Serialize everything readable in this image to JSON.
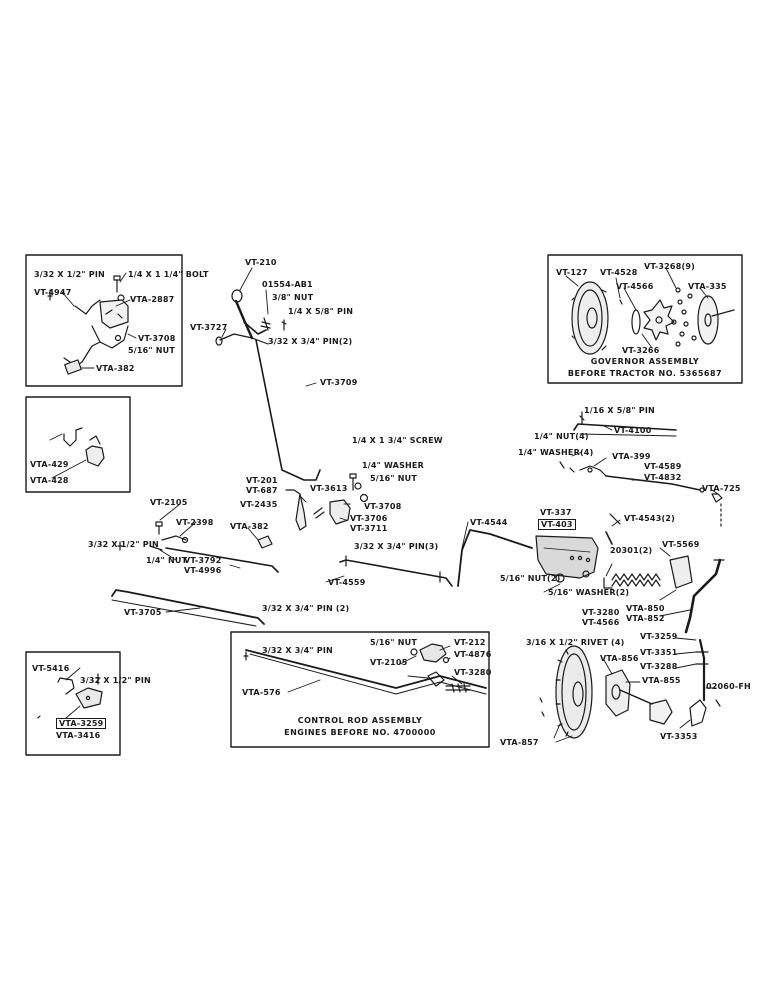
{
  "colors": {
    "ink": "#1a1a1a",
    "paper": "#ffffff"
  },
  "labels": {
    "vt210": "VT-210",
    "p01554": "01554-AB1",
    "nut38": "3/8\" NUT",
    "pin14x58": "1/4 X 5/8\" PIN",
    "vt3727": "VT-3727",
    "pin332x34_2": "3/32 X 3/4\" PIN(2)",
    "vt3709": "VT-3709",
    "tl_pin": "3/32 X 1/2\" PIN",
    "tl_bolt": "1/4 X 1 1/4\" BOLT",
    "vt4947": "VT-4947",
    "vta2887": "VTA-2887",
    "tl_vt3708": "VT-3708",
    "tl_nut": "5/16\" NUT",
    "tl_vta382": "VTA-382",
    "vta429": "VTA-429",
    "vta428": "VTA-428",
    "vt127": "VT-127",
    "vt4528": "VT-4528",
    "vt3268_9": "VT-3268(9)",
    "vt4566": "VT-4566",
    "vta335": "VTA-335",
    "vt3266": "VT-3266",
    "gov_cap1": "GOVERNOR ASSEMBLY",
    "gov_cap2": "BEFORE TRACTOR NO. 5365687",
    "pin116x58": "1/16 X 5/8\" PIN",
    "vt4100": "VT-4100",
    "nut4": "1/4\" NUT(4)",
    "washer4": "1/4\" WASHER(4)",
    "vta399": "VTA-399",
    "vt4589": "VT-4589",
    "vt4832": "VT-4832",
    "vta725": "VTA-725",
    "screw": "1/4 X 1 3/4\" SCREW",
    "washer14": "1/4\" WASHER",
    "nut516_mid": "5/16\" NUT",
    "vt3613": "VT-3613",
    "vt201": "VT-201",
    "vt687": "VT-687",
    "vt2435": "VT-2435",
    "mid_vt3708": "VT-3708",
    "vt3706": "VT-3706",
    "vt3711": "VT-3711",
    "mid_vta382": "VTA-382",
    "vt2105_l": "VT-2105",
    "vt2398": "VT-2398",
    "pin332x12_l": "3/32 X 1/2\" PIN",
    "nut14_l": "1/4\" NUT",
    "vt3792": "VT-3792",
    "vt4996": "VT-4996",
    "pin332x34_3": "3/32 X 3/4\" PIN(3)",
    "vt4559": "VT-4559",
    "vt4544": "VT-4544",
    "vt337": "VT-337",
    "vt403": "VT-403",
    "vt4543_2": "VT-4543(2)",
    "n20301": "20301(2)",
    "vt5569": "VT-5569",
    "nut516_2": "5/16\" NUT(2)",
    "washer516_2": "5/16\" WASHER(2)",
    "vt3280_r": "VT-3280",
    "vt4566_r": "VT-4566",
    "vta850": "VTA-850",
    "vta852": "VTA-852",
    "vt3705": "VT-3705",
    "pin332x34_2b": "3/32 X 3/4\" PIN (2)",
    "rod_pin": "3/32 X 3/4\" PIN",
    "rod_nut": "5/16\" NUT",
    "vt212": "VT-212",
    "vt4876": "VT-4876",
    "rod_vt2105": "VT-2105",
    "rod_vt3280": "VT-3280",
    "vta576": "VTA-576",
    "rod_cap1": "CONTROL ROD ASSEMBLY",
    "rod_cap2": "ENGINES BEFORE NO. 4700000",
    "vt5416": "VT-5416",
    "bl_pin": "3/32 X 1/2\" PIN",
    "vta3259": "VTA-3259",
    "vta3416": "VTA-3416",
    "rivet4": "3/16 X 1/2\" RIVET (4)",
    "vta856": "VTA-856",
    "vta855": "VTA-855",
    "vta857": "VTA-857",
    "vt3259": "VT-3259",
    "vt3351": "VT-3351",
    "vt3288": "VT-3288",
    "p02060": "02060-FH",
    "vt3353": "VT-3353"
  }
}
